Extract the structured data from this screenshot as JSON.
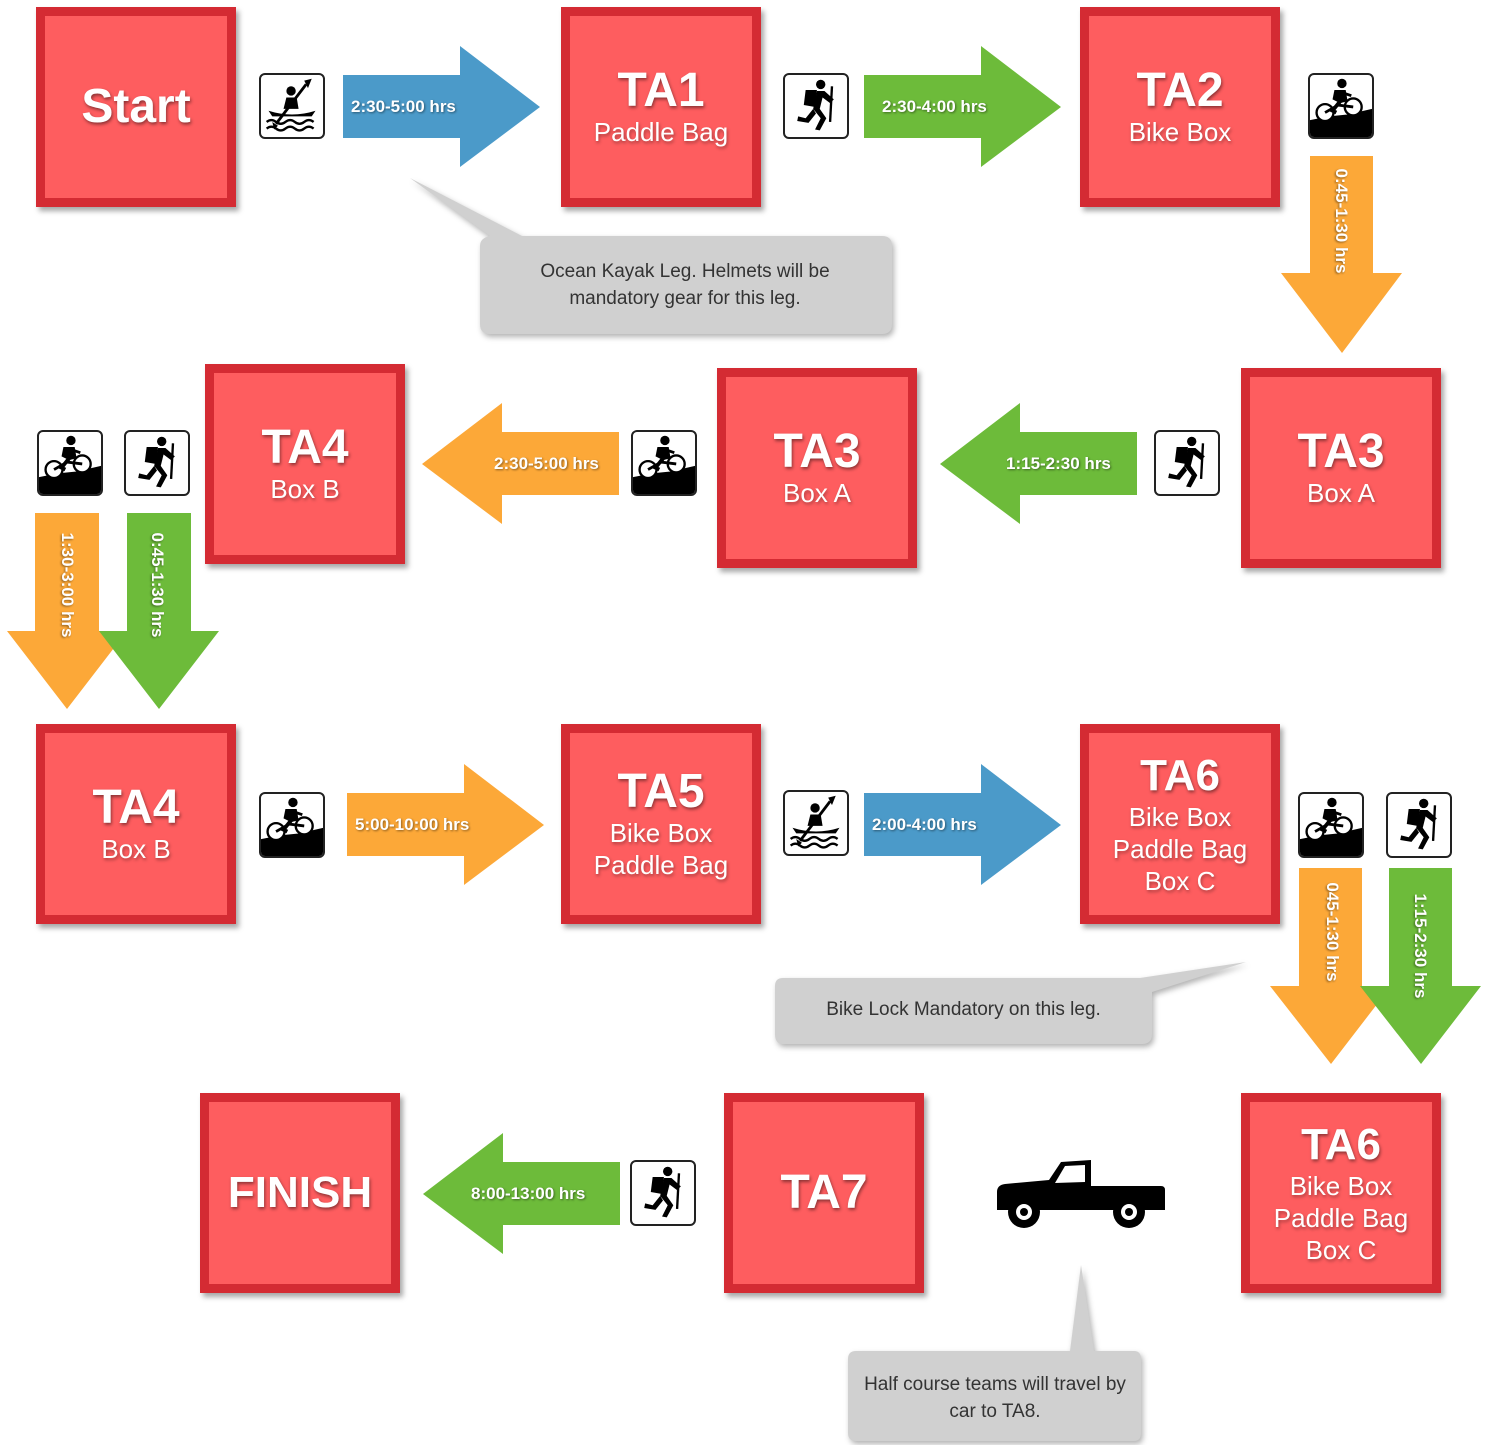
{
  "colors": {
    "node_fill": "#fe5d5f",
    "node_border": "#d42b33",
    "paddle": "#4b9ac9",
    "trek": "#6dbb3a",
    "bike": "#fca838",
    "callout": "#d0d0d0"
  },
  "nodes": {
    "start": {
      "title": "Start"
    },
    "ta1": {
      "title": "TA1",
      "items": [
        "Paddle Bag"
      ]
    },
    "ta2": {
      "title": "TA2",
      "items": [
        "Bike Box"
      ]
    },
    "ta3_right": {
      "title": "TA3",
      "items": [
        "Box A"
      ]
    },
    "ta3_mid": {
      "title": "TA3",
      "items": [
        "Box A"
      ]
    },
    "ta4_top": {
      "title": "TA4",
      "items": [
        "Box B"
      ]
    },
    "ta4_bottom": {
      "title": "TA4",
      "items": [
        "Box B"
      ]
    },
    "ta5": {
      "title": "TA5",
      "items": [
        "Bike Box",
        "Paddle Bag"
      ]
    },
    "ta6_top": {
      "title": "TA6",
      "items": [
        "Bike Box",
        "Paddle Bag",
        "Box C"
      ]
    },
    "ta6_bottom": {
      "title": "TA6",
      "items": [
        "Bike Box",
        "Paddle Bag",
        "Box C"
      ]
    },
    "ta7": {
      "title": "TA7"
    },
    "finish": {
      "title": "FINISH"
    }
  },
  "legs": [
    {
      "from": "Start",
      "to": "TA1",
      "discipline": "paddle",
      "duration": "2:30-5:00 hrs"
    },
    {
      "from": "TA1",
      "to": "TA2",
      "discipline": "trek",
      "duration": "2:30-4:00 hrs"
    },
    {
      "from": "TA2",
      "to": "TA3",
      "discipline": "bike",
      "duration": "0:45-1:30 hrs"
    },
    {
      "from": "TA3",
      "to": "TA3",
      "discipline": "trek",
      "duration": "1:15-2:30 hrs"
    },
    {
      "from": "TA3",
      "to": "TA4",
      "discipline": "bike",
      "duration": "2:30-5:00 hrs"
    },
    {
      "from": "TA4",
      "to": "TA4",
      "discipline": "bike",
      "duration": "1:30-3:00 hrs"
    },
    {
      "from": "TA4",
      "to": "TA4",
      "discipline": "trek",
      "duration": "0:45-1:30 hrs"
    },
    {
      "from": "TA4",
      "to": "TA5",
      "discipline": "bike",
      "duration": "5:00-10:00 hrs"
    },
    {
      "from": "TA5",
      "to": "TA6",
      "discipline": "paddle",
      "duration": "2:00-4:00 hrs"
    },
    {
      "from": "TA6",
      "to": "TA6",
      "discipline": "bike",
      "duration": "045-1:30 hrs"
    },
    {
      "from": "TA6",
      "to": "TA6",
      "discipline": "trek",
      "duration": "1:15-2:30 hrs"
    },
    {
      "from": "TA7",
      "to": "FINISH",
      "discipline": "trek",
      "duration": "8:00-13:00 hrs"
    }
  ],
  "icons": {
    "paddle": "kayak-icon",
    "trek": "hiker-icon",
    "bike": "mountain-bike-icon",
    "car": "pickup-truck-icon"
  },
  "callouts": {
    "kayak": "Ocean Kayak Leg. Helmets will be mandatory gear for this leg.",
    "bike_lock": "Bike Lock Mandatory on this leg.",
    "car": "Half course teams will travel by car to TA8."
  }
}
